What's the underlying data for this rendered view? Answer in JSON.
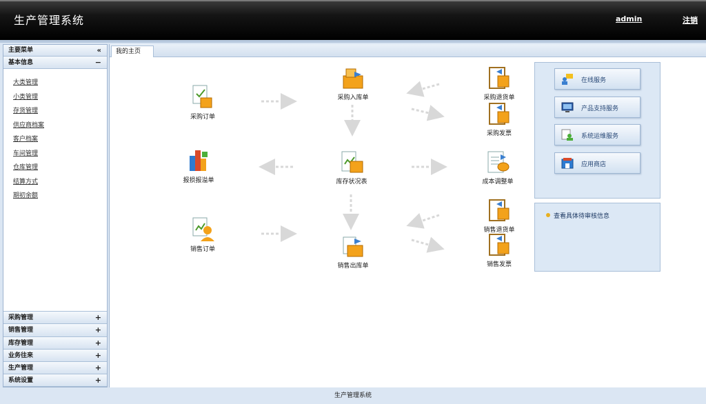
{
  "header": {
    "title": "生产管理系统",
    "user": "admin",
    "logout": "注销"
  },
  "sidebar": {
    "title": "主要菜单",
    "collapse_icon": "«",
    "open_section": {
      "label": "基本信息",
      "toggle": "−"
    },
    "items": [
      "大类管理",
      "小类管理",
      "存货管理",
      "供应商档案",
      "客户档案",
      "车间管理",
      "仓库管理",
      "结算方式",
      "期初余额"
    ],
    "sections": [
      {
        "label": "采购管理",
        "toggle": "+"
      },
      {
        "label": "销售管理",
        "toggle": "+"
      },
      {
        "label": "库存管理",
        "toggle": "+"
      },
      {
        "label": "业务往来",
        "toggle": "+"
      },
      {
        "label": "生产管理",
        "toggle": "+"
      },
      {
        "label": "系统设置",
        "toggle": "+"
      }
    ]
  },
  "tabs": {
    "home": "我的主页"
  },
  "flow": {
    "purchase_order": "采购订单",
    "purchase_inbound": "采购入库单",
    "purchase_return": "采购退货单",
    "purchase_invoice": "采购发票",
    "loss_report": "报损报溢单",
    "inventory_status": "库存状况表",
    "cost_adjust": "成本调整单",
    "sales_order": "销售订单",
    "sales_outbound": "销售出库单",
    "sales_return": "销售退货单",
    "sales_invoice": "销售发票"
  },
  "services": {
    "online": "在线服务",
    "support": "产品支持服务",
    "ops": "系统运维服务",
    "store": "应用商店"
  },
  "info": {
    "pending": "查看具体待审核信息"
  },
  "footer": {
    "text": "生产管理系统"
  },
  "colors": {
    "header": "#000000",
    "panel": "#dce8f5",
    "border": "#a9bfd8",
    "icon_orange": "#f3a21b"
  }
}
